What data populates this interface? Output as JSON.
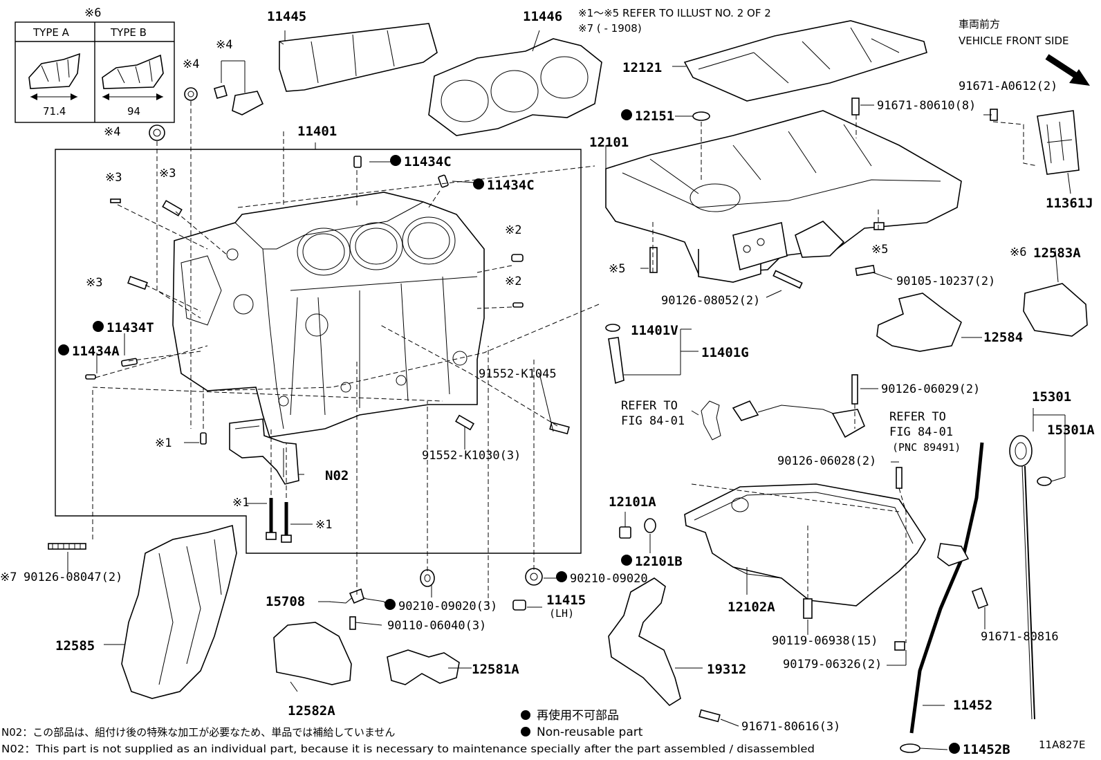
{
  "header": {
    "refer_note_1": "※1～※5 REFER TO ILLUST NO. 2 OF 2",
    "refer_note_2": "※7 (      - 1908)",
    "vehicle_front_jp": "車両前方",
    "vehicle_front_en": "VEHICLE FRONT SIDE"
  },
  "type_table": {
    "mark": "※6",
    "type_a": "TYPE A",
    "type_b": "TYPE B",
    "dim_a": "71.4",
    "dim_b": "94"
  },
  "marks": {
    "m1": "※1",
    "m2": "※2",
    "m3": "※3",
    "m4": "※4",
    "m5": "※5",
    "m6": "※6",
    "m7": "※7"
  },
  "parts": {
    "p11445": "11445",
    "p11446": "11446",
    "p11401": "11401",
    "p11434C_a": "11434C",
    "p11434C_b": "11434C",
    "p11434T": "11434T",
    "p11434A": "11434A",
    "p12121": "12121",
    "p12151": "12151",
    "p12101": "12101",
    "p91671_80610": "91671-80610(8)",
    "p91671_A0612": "91671-A0612(2)",
    "p11361J": "11361J",
    "p12583A": "12583A",
    "p12584": "12584",
    "p90126_08052": "90126-08052(2)",
    "p90105_10237": "90105-10237(2)",
    "p11401V": "11401V",
    "p11401G": "11401G",
    "p91552_K1045": "91552-K1045",
    "p91552_K1030": "91552-K1030(3)",
    "refer_fig_1_line1": "REFER TO",
    "refer_fig_1_line2": "FIG 84-01",
    "refer_fig_2_line1": "REFER TO",
    "refer_fig_2_line2": "FIG 84-01",
    "refer_fig_2_pnc": "(PNC 89491)",
    "p90126_06029": "90126-06029(2)",
    "p90126_06028": "90126-06028(2)",
    "p15301": "15301",
    "p15301A": "15301A",
    "pN02": "N02",
    "p12101A": "12101A",
    "p12101B": "12101B",
    "p12102A": "12102A",
    "p90210_09020_a": "90210-09020",
    "p90210_09020_b": "90210-09020(3)",
    "p11415": "11415",
    "p11415_lh": "(LH)",
    "p15708": "15708",
    "p90110_06040": "90110-06040(3)",
    "p90126_08047": "90126-08047(2)",
    "p12585": "12585",
    "p12581A": "12581A",
    "p12582A": "12582A",
    "p19312": "19312",
    "p90119_06938": "90119-06938(15)",
    "p90179_06326": "90179-06326(2)",
    "p91671_80816": "91671-80816",
    "p91671_80616": "91671-80616(3)",
    "p11452": "11452",
    "p11452B": "11452B"
  },
  "legend": {
    "non_reusable_jp": "再使用不可部品",
    "non_reusable_en": "Non-reusable part"
  },
  "footnotes": {
    "n02_jp": "N02：この部品は、組付け後の特殊な加工が必要なため、単品では補給していません",
    "n02_en": "N02：This part is not supplied as an individual part, because it is necessary to maintenance specially after the part assembled / disassembled"
  },
  "figure_code": "11A827E"
}
